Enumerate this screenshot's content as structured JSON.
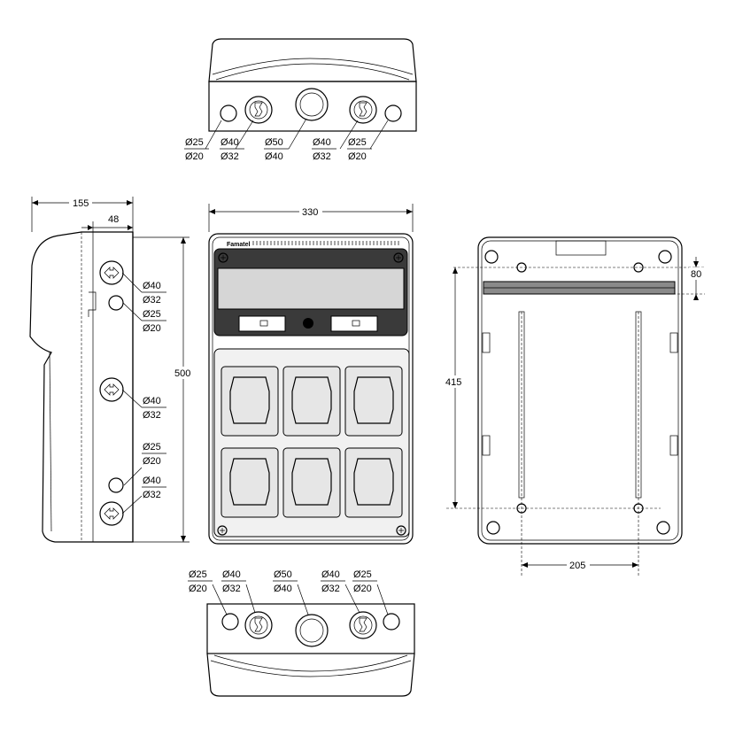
{
  "drawing": {
    "brand": "Famatel",
    "top_view": {
      "labels": [
        {
          "upper": "Ø25",
          "lower": "Ø20"
        },
        {
          "upper": "Ø40",
          "lower": "Ø32"
        },
        {
          "upper": "Ø50",
          "lower": "Ø40"
        },
        {
          "upper": "Ø40",
          "lower": "Ø32"
        },
        {
          "upper": "Ø25",
          "lower": "Ø20"
        }
      ]
    },
    "bottom_view": {
      "labels": [
        {
          "upper": "Ø25",
          "lower": "Ø20"
        },
        {
          "upper": "Ø40",
          "lower": "Ø32"
        },
        {
          "upper": "Ø50",
          "lower": "Ø40"
        },
        {
          "upper": "Ø40",
          "lower": "Ø32"
        },
        {
          "upper": "Ø25",
          "lower": "Ø20"
        }
      ]
    },
    "side_view": {
      "depth": "155",
      "offset": "48",
      "height": "500",
      "labels": [
        {
          "upper": "Ø40",
          "lower": "Ø32"
        },
        {
          "upper": "Ø25",
          "lower": "Ø20"
        },
        {
          "upper": "Ø40",
          "lower": "Ø32"
        },
        {
          "upper": "Ø25",
          "lower": "Ø20"
        },
        {
          "upper": "Ø40",
          "lower": "Ø32"
        }
      ]
    },
    "front_view": {
      "width": "330"
    },
    "back_view": {
      "hole_spacing_v": "415",
      "rail_offset": "80",
      "hole_spacing_h": "205"
    }
  }
}
